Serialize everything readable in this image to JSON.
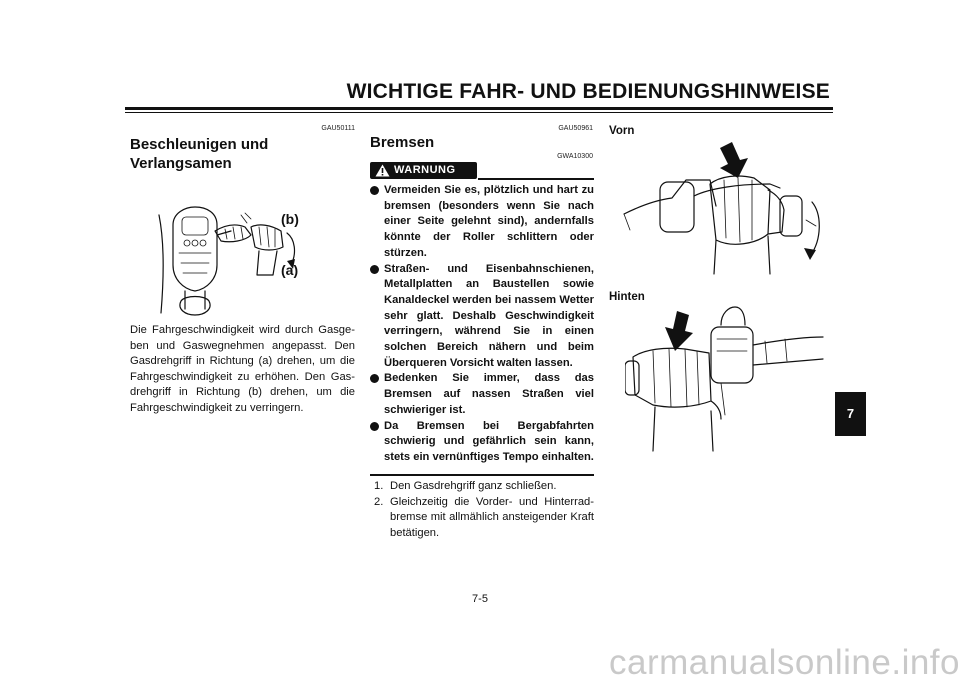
{
  "header": {
    "title": "WICHTIGE FAHR- UND BEDIENUNGSHINWEISE"
  },
  "left_section": {
    "code": "GAU50111",
    "heading_line1": "Beschleunigen und",
    "heading_line2": "Verlangsamen",
    "figure_label_b": "(b)",
    "figure_label_a": "(a)",
    "body": "Die Fahrgeschwindigkeit wird durch Gasge­ben und Gaswegnehmen angepasst. Den Gasdrehgriff in Richtung (a) drehen, um die Fahrgeschwindigkeit zu erhöhen. Den Gas­drehgriff in Richtung (b) drehen, um die Fahrgeschwindigkeit zu verringern."
  },
  "middle_section": {
    "code": "GAU50961",
    "heading": "Bremsen",
    "warning_code": "GWA10300",
    "warning_label": "WARNUNG",
    "warnings": [
      "Vermeiden Sie es, plötzlich und hart zu bremsen (besonders wenn Sie nach einer Seite gelehnt sind), an­dernfalls könnte der Roller schlit­tern oder stürzen.",
      "Straßen- und Eisenbahnschienen, Metallplatten an Baustellen sowie Kanaldeckel werden bei nassem Wetter sehr glatt. Deshalb Ge­schwindigkeit verringern, während Sie in einen solchen Bereich nä­hern und beim Überqueren Vorsicht walten lassen.",
      "Bedenken Sie immer, dass das Bremsen auf nassen Straßen viel schwieriger ist.",
      "Da Bremsen bei Bergabfahrten schwierig und gefährlich sein kann, stets ein vernünftiges Tempo ein­halten."
    ],
    "steps": [
      {
        "num": "1.",
        "text": "Den Gasdrehgriff ganz schließen."
      },
      {
        "num": "2.",
        "text": "Gleichzeitig die Vorder- und Hinterrad­bremse mit allmählich ansteigender Kraft betätigen."
      }
    ]
  },
  "right_section": {
    "label_front": "Vorn",
    "label_rear": "Hinten"
  },
  "page_number": "7-5",
  "chapter_tab": "7",
  "footer": {
    "watermark": "carmanualsonline.info"
  }
}
